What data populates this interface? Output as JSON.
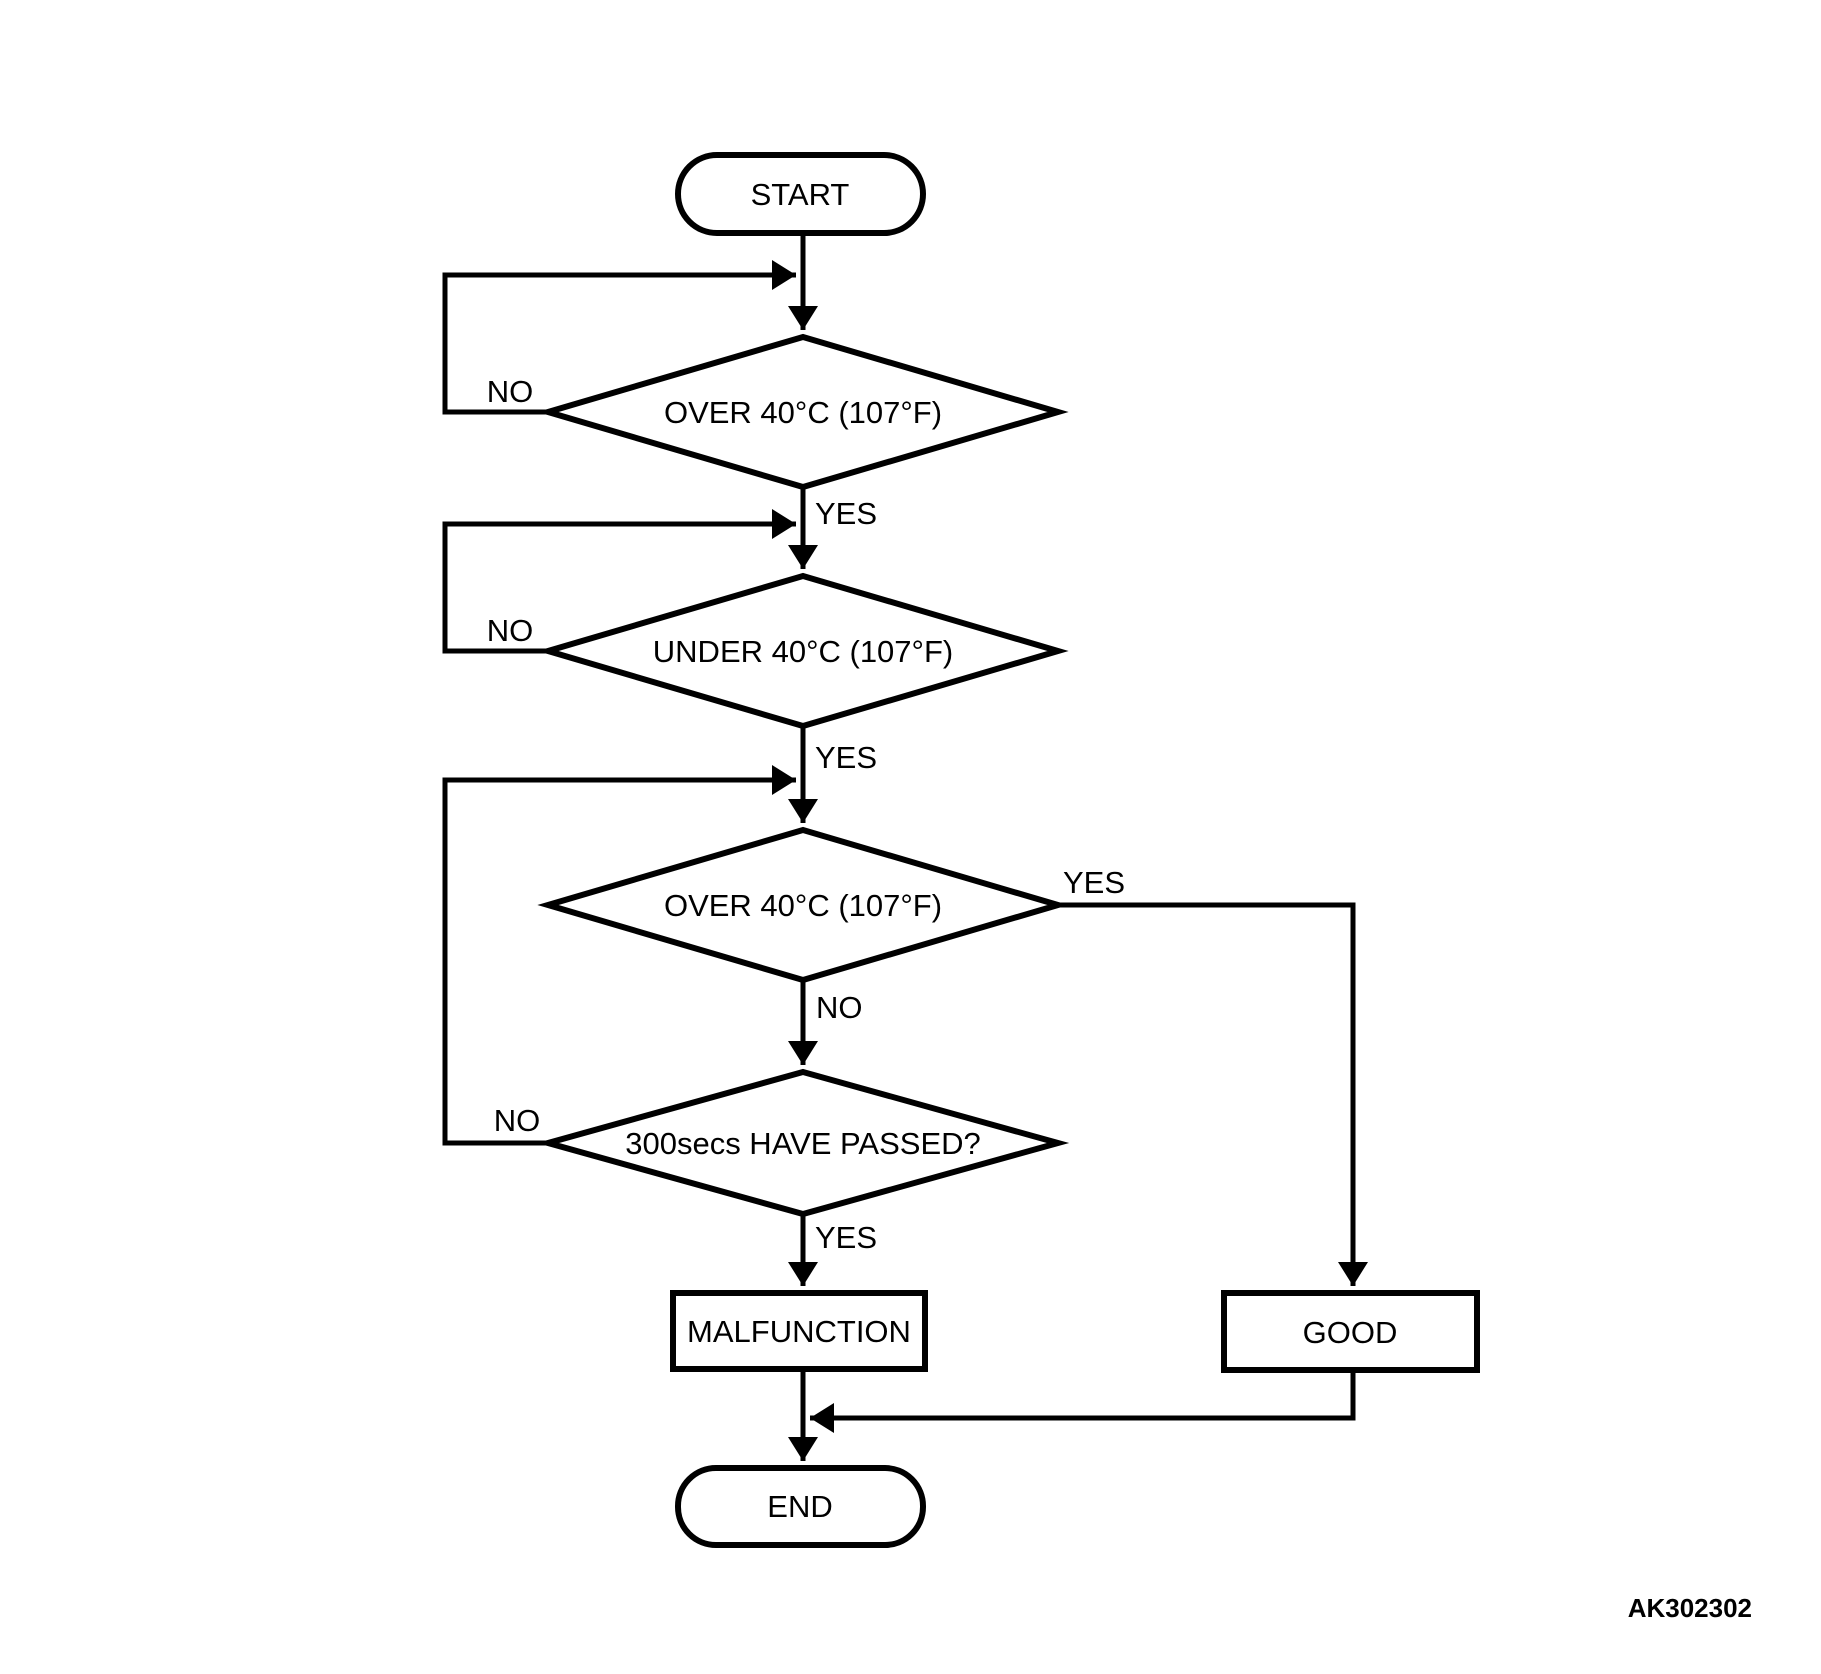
{
  "diagram": {
    "drawing_code": "AK302302",
    "colors": {
      "line": "#000000",
      "background": "#ffffff"
    },
    "nodes": {
      "start": {
        "type": "terminator",
        "label": "START"
      },
      "decision1": {
        "type": "decision",
        "label": "OVER 40°C (107°F)"
      },
      "decision2": {
        "type": "decision",
        "label": "UNDER 40°C (107°F)"
      },
      "decision3": {
        "type": "decision",
        "label": "OVER 40°C (107°F)"
      },
      "decision4": {
        "type": "decision",
        "label": "300secs HAVE PASSED?"
      },
      "malfunction": {
        "type": "process",
        "label": "MALFUNCTION"
      },
      "good": {
        "type": "process",
        "label": "GOOD"
      },
      "end": {
        "type": "terminator",
        "label": "END"
      }
    },
    "edge_labels": {
      "decision1_no": "NO",
      "decision1_yes": "YES",
      "decision2_no": "NO",
      "decision2_yes": "YES",
      "decision3_yes": "YES",
      "decision3_no": "NO",
      "decision4_no": "NO",
      "decision4_yes": "YES"
    }
  }
}
